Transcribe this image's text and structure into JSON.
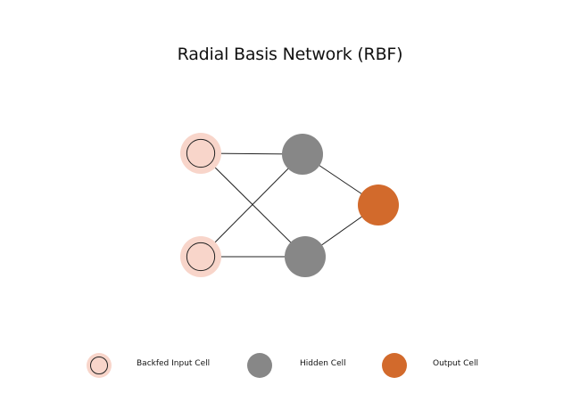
{
  "title": "Radial Basis Network (RBF)",
  "colors": {
    "input_fill": "#f8d5ca",
    "input_ring": "#222222",
    "hidden_fill": "#878787",
    "output_fill": "#d26a2c",
    "edge": "#222222"
  },
  "nodes": [
    {
      "id": "input1",
      "type": "input",
      "layer": 0,
      "row": 0
    },
    {
      "id": "input2",
      "type": "input",
      "layer": 0,
      "row": 1
    },
    {
      "id": "hidden1",
      "type": "hidden",
      "layer": 1,
      "row": 0
    },
    {
      "id": "hidden2",
      "type": "hidden",
      "layer": 1,
      "row": 1
    },
    {
      "id": "output1",
      "type": "output",
      "layer": 2,
      "row": 0
    }
  ],
  "edges": [
    [
      "input1",
      "hidden1"
    ],
    [
      "input1",
      "hidden2"
    ],
    [
      "input2",
      "hidden1"
    ],
    [
      "input2",
      "hidden2"
    ],
    [
      "hidden1",
      "output1"
    ],
    [
      "hidden2",
      "output1"
    ]
  ],
  "legend": [
    {
      "type": "input",
      "label": "Backfed Input Cell"
    },
    {
      "type": "hidden",
      "label": "Hidden Cell"
    },
    {
      "type": "output",
      "label": "Output Cell"
    }
  ]
}
